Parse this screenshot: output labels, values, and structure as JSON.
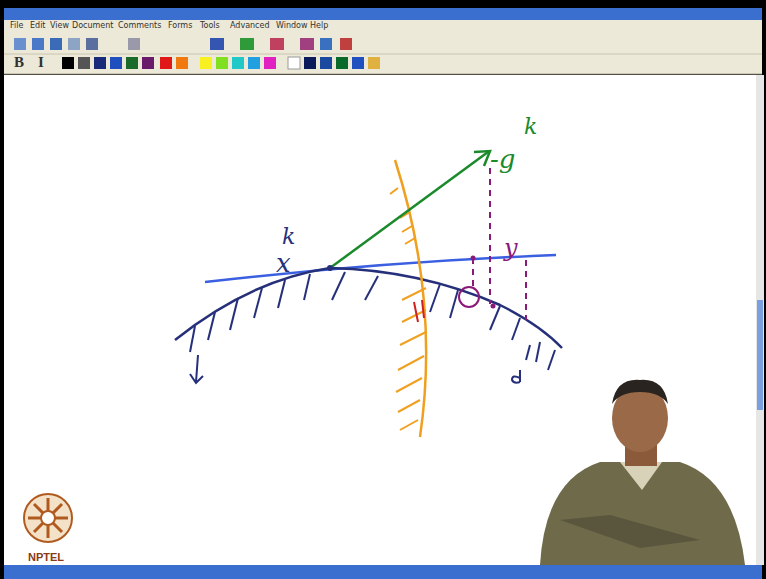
{
  "diagram": {
    "labels": [
      "File",
      "Edit",
      "View",
      "Document",
      "Comments",
      "Forms",
      "Tools",
      "Advanced",
      "Window",
      "Help",
      "B",
      "I",
      "-g",
      "k",
      "k",
      "x",
      "y",
      "NPTEL"
    ]
  }
}
